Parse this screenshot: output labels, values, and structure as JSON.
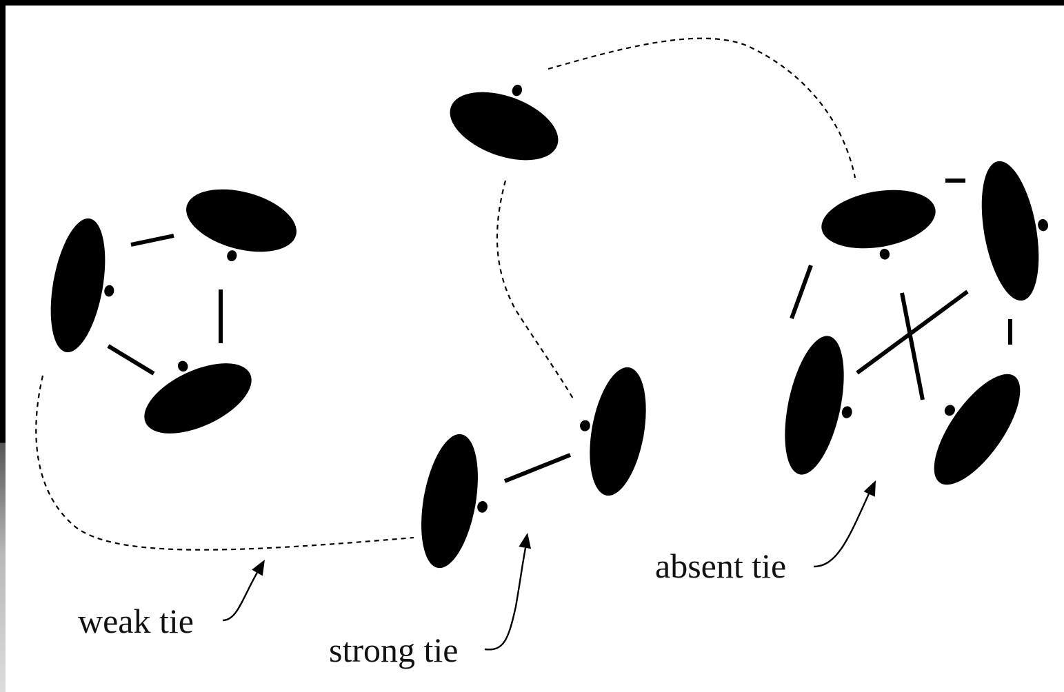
{
  "labels": {
    "weak_tie": "weak tie",
    "strong_tie": "strong tie",
    "absent_tie": "absent tie"
  },
  "groups": [
    {
      "name": "left-group",
      "people": 3
    },
    {
      "name": "middle-group",
      "people": 3
    },
    {
      "name": "right-group",
      "people": 4
    }
  ],
  "legend": {
    "dashed_line": "weak tie",
    "thick_line": "strong tie",
    "crossed_lines": "absent tie"
  },
  "colors": {
    "ink": "#000000",
    "background": "#ffffff"
  }
}
